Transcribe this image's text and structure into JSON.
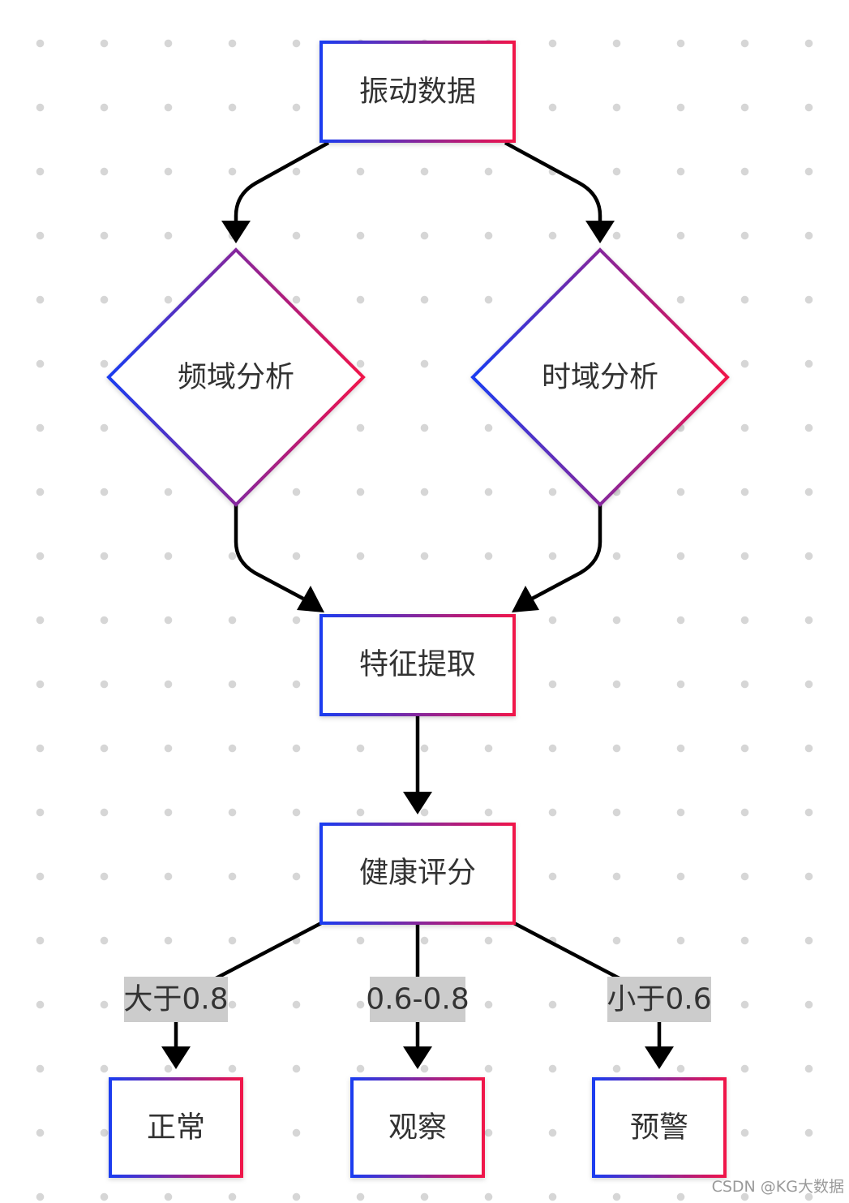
{
  "diagram": {
    "type": "flowchart",
    "nodes": {
      "vibration_data": "振动数据",
      "freq_analysis": "频域分析",
      "time_analysis": "时域分析",
      "feature_extract": "特征提取",
      "health_score": "健康评分",
      "normal": "正常",
      "observe": "观察",
      "warning": "预警"
    },
    "edges": [
      {
        "from": "vibration_data",
        "to": "freq_analysis",
        "label": ""
      },
      {
        "from": "vibration_data",
        "to": "time_analysis",
        "label": ""
      },
      {
        "from": "freq_analysis",
        "to": "feature_extract",
        "label": ""
      },
      {
        "from": "time_analysis",
        "to": "feature_extract",
        "label": ""
      },
      {
        "from": "feature_extract",
        "to": "health_score",
        "label": ""
      },
      {
        "from": "health_score",
        "to": "normal",
        "label": "大于0.8"
      },
      {
        "from": "health_score",
        "to": "observe",
        "label": "0.6-0.8"
      },
      {
        "from": "health_score",
        "to": "warning",
        "label": "小于0.6"
      }
    ],
    "edge_labels": {
      "gt08": "大于0.8",
      "range": "0.6-0.8",
      "lt06": "小于0.6"
    },
    "colors": {
      "gradient_start": "#1a3cf0",
      "gradient_end": "#f0124a",
      "edge": "#000000",
      "label_bg": "#cccccc",
      "text": "#333333"
    }
  },
  "watermark": "CSDN @KG大数据"
}
